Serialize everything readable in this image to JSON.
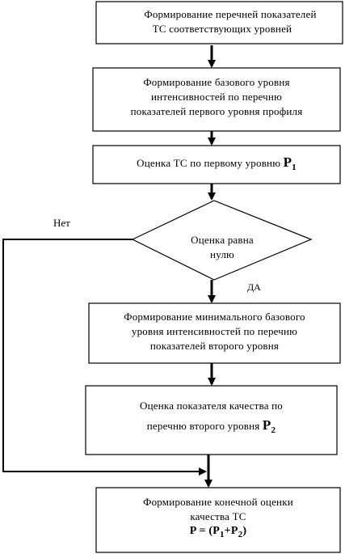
{
  "blocks": {
    "b1": {
      "lines": [
        "Формирование перечней показателей",
        "ТС соответствующих уровней"
      ]
    },
    "b2": {
      "lines": [
        "Формирование базового уровня",
        "интенсивностей по перечню",
        "показателей первого уровня профиля"
      ]
    },
    "b3": {
      "text": "Оценка ТС по первому уровню",
      "symbol": "P",
      "sub": "1"
    },
    "decision": {
      "lines": [
        "Оценка равна",
        "нулю"
      ]
    },
    "b4": {
      "lines": [
        "Формирование минимального базового",
        "уровня интенсивностей по перечню",
        "показателей второго уровня"
      ]
    },
    "b5": {
      "line1": "Оценка показателя качества по",
      "line2": "перечню второго уровня",
      "symbol": "P",
      "sub": "2"
    },
    "b6": {
      "line1": "Формирование конечной оценки",
      "line2": "качества ТС",
      "formula": {
        "lhs": "P = (P",
        "s1": "1",
        "plus": "+P",
        "s2": "2",
        "close": ")"
      }
    }
  },
  "labels": {
    "no": "Нет",
    "yes": "ДА"
  }
}
